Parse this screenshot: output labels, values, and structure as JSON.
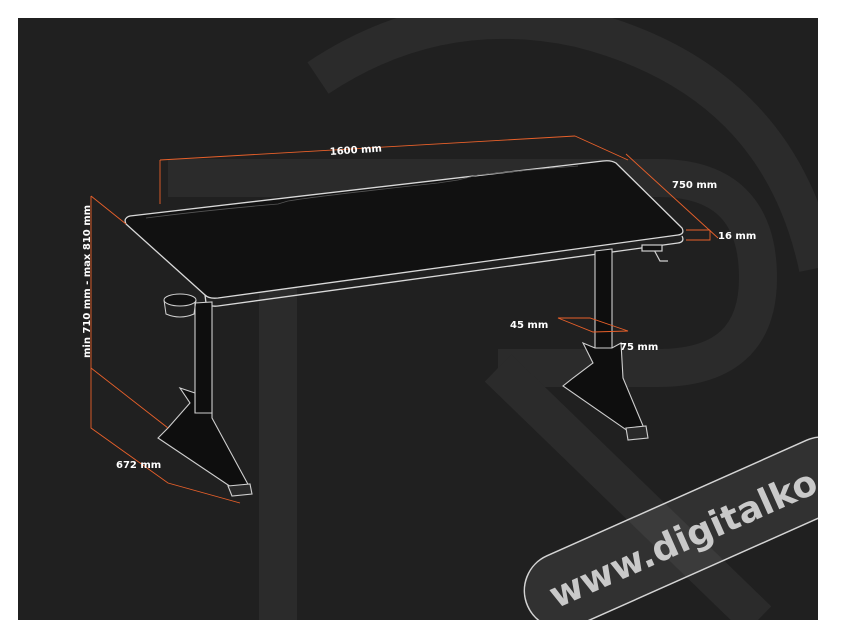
{
  "colors": {
    "background": "#202020",
    "accent": "#e8602a",
    "outline": "#d9d9d9",
    "watermark_logo": "#2c2c2c"
  },
  "dimensions": {
    "width": "1600 mm",
    "depth": "750 mm",
    "thickness": "16 mm",
    "height_range": "min 710 mm - max 810 mm",
    "leg_profile_a": "45 mm",
    "leg_profile_b": "75 mm",
    "foot_length": "672 mm"
  },
  "watermark": {
    "text": "www.digitalko.hu"
  },
  "icons": [
    "brand-logo-icon",
    "cup-holder-icon",
    "headphone-hook-icon"
  ]
}
